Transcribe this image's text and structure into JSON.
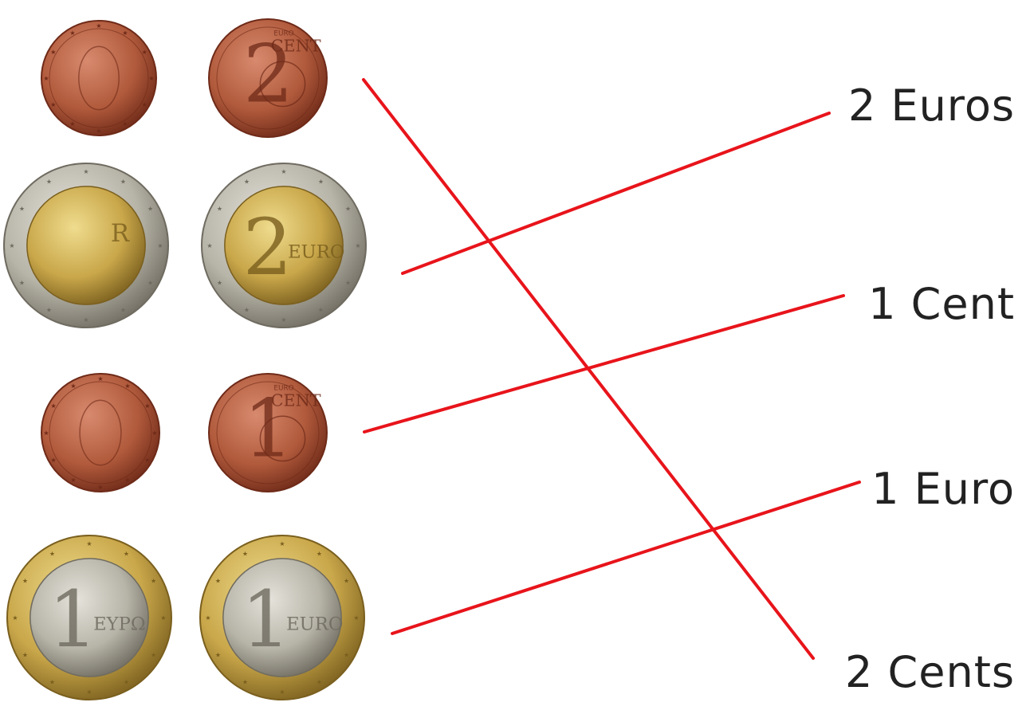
{
  "labels": [
    "2 Euros",
    "1 Cent",
    "1 Euro",
    "2 Cents"
  ],
  "coin_rows": [
    {
      "front": {
        "type": "copper",
        "name": "oak-twig-cent-coin"
      },
      "back": {
        "type": "copper",
        "name": "two-cent-coin",
        "numeral": "2",
        "word": "CENT",
        "small": "EURO"
      }
    },
    {
      "front": {
        "type": "bimetal-gold-center",
        "name": "italian-two-euro-coin",
        "extra": "R"
      },
      "back": {
        "type": "bimetal-gold-center",
        "name": "two-euro-coin",
        "numeral": "2",
        "word": "EURO"
      }
    },
    {
      "front": {
        "type": "copper",
        "name": "marianne-cent-coin"
      },
      "back": {
        "type": "copper",
        "name": "one-cent-coin",
        "numeral": "1",
        "word": "CENT",
        "small": "EURO"
      }
    },
    {
      "front": {
        "type": "bimetal-silver-center",
        "name": "greek-owl-euro-coin",
        "numeral": "1",
        "word": "EYPΩ"
      },
      "back": {
        "type": "bimetal-silver-center",
        "name": "one-euro-coin",
        "numeral": "1",
        "word": "EURO"
      }
    }
  ],
  "colors": {
    "line": "#e8141b",
    "copper_light": "#d88a6e",
    "copper": "#b15a3c",
    "copper_dark": "#6e2a18",
    "gold_light": "#efdc8e",
    "gold": "#c9a74a",
    "gold_dark": "#7a5f1e",
    "silver_light": "#e4e2da",
    "silver": "#b7b4a8",
    "silver_dark": "#6f6b60"
  }
}
